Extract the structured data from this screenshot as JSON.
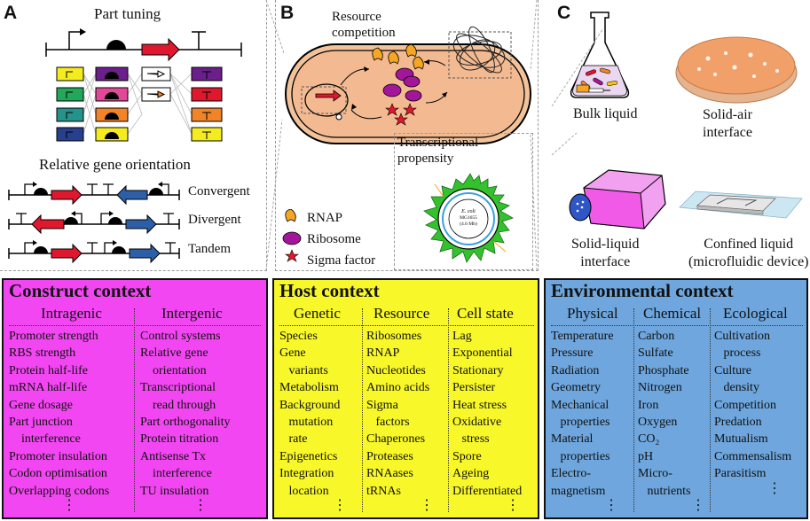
{
  "panelA": {
    "letter": "A",
    "part_tuning": "Part tuning",
    "orientation_title": "Relative gene orientation",
    "orientations": [
      "Convergent",
      "Divergent",
      "Tandem"
    ]
  },
  "panelB": {
    "letter": "B",
    "resource_competition": [
      "Resource",
      "competition"
    ],
    "transcriptional_propensity": [
      "Transcriptional",
      "propensity"
    ],
    "legend": [
      "RNAP",
      "Ribosome",
      "Sigma factor"
    ],
    "genome_label": [
      "E. coli",
      "MG1655",
      "(4.6 Mb)"
    ]
  },
  "panelC": {
    "letter": "C",
    "bulk_liquid": "Bulk liquid",
    "solid_air": [
      "Solid-air",
      "interface"
    ],
    "solid_liquid": [
      "Solid-liquid",
      "interface"
    ],
    "confined": [
      "Confined liquid",
      "(microfluidic device)"
    ]
  },
  "construct": {
    "title": "Construct context",
    "color": "#f246f2",
    "columns": [
      {
        "head": "Intragenic",
        "items": [
          "Promoter strength",
          "RBS strength",
          "Protein half-life",
          "mRNA half-life",
          "Gene dosage",
          "Part junction",
          "    interference",
          "Promoter insulation",
          "Codon optimisation",
          "Overlapping codons"
        ]
      },
      {
        "head": "Intergenic",
        "items": [
          "Control systems",
          "Relative gene",
          "    orientation",
          "Transcriptional",
          "    read through",
          "Part orthogonality",
          "Protein titration",
          "Antisense Tx",
          "    interference",
          "TU insulation"
        ]
      }
    ]
  },
  "host": {
    "title": "Host context",
    "color": "#f7f72a",
    "columns": [
      {
        "head": "Genetic",
        "items": [
          "Species",
          "Gene",
          "   variants",
          "Metabolism",
          "Background",
          "   mutation",
          "   rate",
          "Epigenetics",
          "Integration",
          "   location"
        ]
      },
      {
        "head": "Resource",
        "items": [
          "Ribosomes",
          "RNAP",
          "Nucleotides",
          "Amino acids",
          "Sigma",
          "   factors",
          "Chaperones",
          "Proteases",
          "RNAases",
          "tRNAs"
        ]
      },
      {
        "head": "Cell state",
        "items": [
          "Lag",
          "Exponential",
          "Stationary",
          "Persister",
          "Heat stress",
          "Oxidative",
          "   stress",
          "Spore",
          "Ageing",
          "Differentiated"
        ]
      }
    ]
  },
  "environment": {
    "title": "Environmental context",
    "color": "#6ea6dd",
    "columns": [
      {
        "head": "Physical",
        "items": [
          "Temperature",
          "Pressure",
          "Radiation",
          "Geometry",
          "Mechanical",
          "   properties",
          "Material",
          "   properties",
          "Electro-",
          "magnetism"
        ]
      },
      {
        "head": "Chemical",
        "items": [
          "Carbon",
          "Sulfate",
          "Phosphate",
          "Nitrogen",
          "Iron",
          "Oxygen",
          "CO₂",
          "pH",
          "Micro-",
          "   nutrients"
        ]
      },
      {
        "head": "Ecological",
        "items": [
          "Cultivation",
          "   process",
          "Culture",
          "   density",
          "Competition",
          "Predation",
          "Mutualism",
          "Commensalism",
          "Parasitism"
        ]
      }
    ]
  }
}
